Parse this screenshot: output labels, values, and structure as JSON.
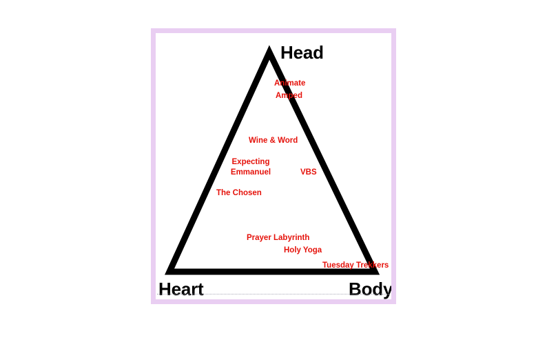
{
  "slide": {
    "frame_color": "#e9cef2",
    "background_color": "#ffffff",
    "diagram_type": "triangle-venn",
    "vertices": {
      "top": "Head",
      "bottom_left": "Heart",
      "bottom_right": "Body"
    },
    "vertex_label_color": "#000000",
    "program_label_color": "#e5120b",
    "programs": [
      {
        "id": "animate",
        "label": "Animate"
      },
      {
        "id": "amped",
        "label": "Amped"
      },
      {
        "id": "wine-word",
        "label": "Wine & Word"
      },
      {
        "id": "expecting-emmanuel",
        "label": "Expecting Emmanuel"
      },
      {
        "id": "vbs",
        "label": "VBS"
      },
      {
        "id": "the-chosen",
        "label": "The Chosen"
      },
      {
        "id": "prayer-labyrinth",
        "label": "Prayer Labyrinth"
      },
      {
        "id": "holy-yoga",
        "label": "Holy Yoga"
      },
      {
        "id": "tuesday-trekkers",
        "label": "Tuesday Trekkers"
      }
    ]
  }
}
